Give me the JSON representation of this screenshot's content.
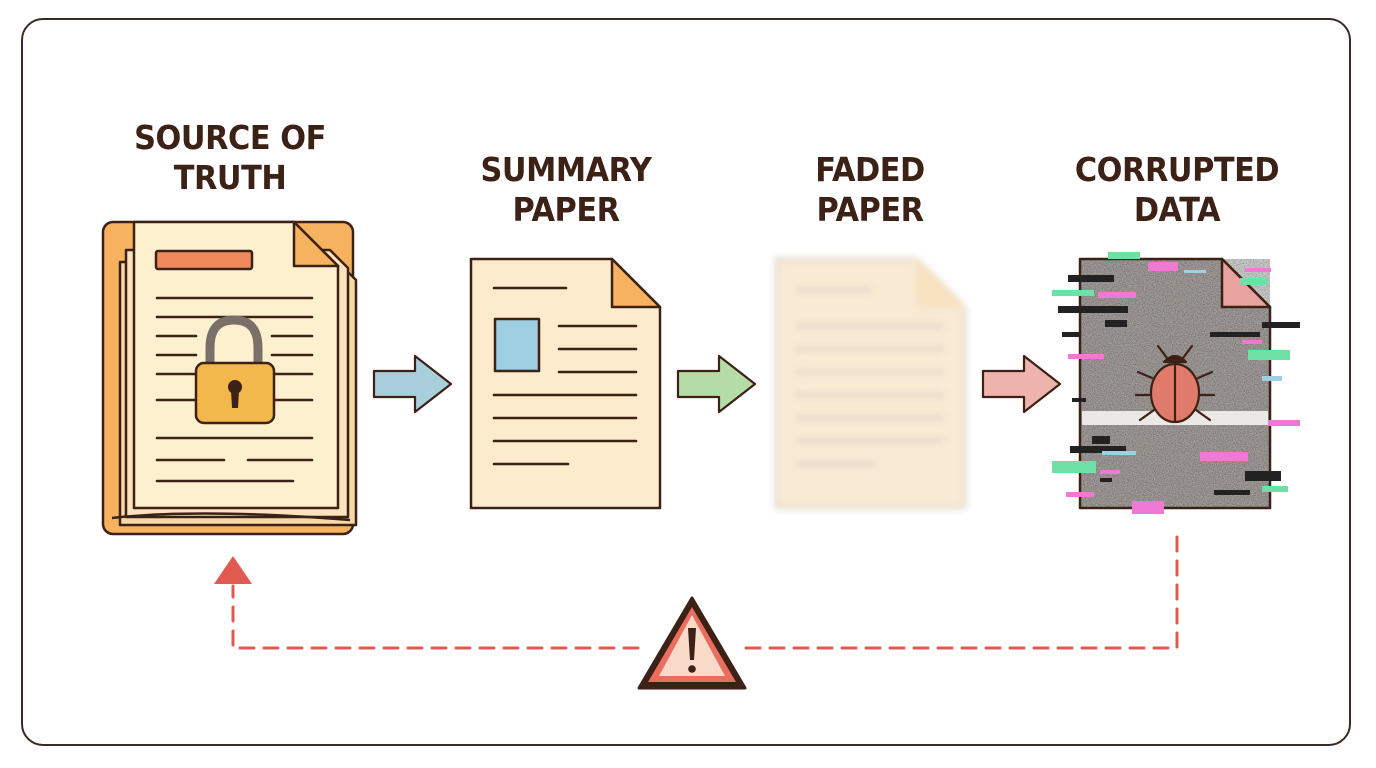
{
  "stages": [
    {
      "id": "source",
      "title_lines": [
        "SOURCE OF",
        "TRUTH"
      ],
      "icon": "locked-document-stack-icon"
    },
    {
      "id": "summary",
      "title_lines": [
        "SUMMARY",
        "PAPER"
      ],
      "icon": "summary-document-icon"
    },
    {
      "id": "faded",
      "title_lines": [
        "FADED",
        "PAPER"
      ],
      "icon": "faded-document-icon"
    },
    {
      "id": "corrupted",
      "title_lines": [
        "CORRUPTED",
        "DATA"
      ],
      "icon": "corrupted-document-bug-icon"
    }
  ],
  "arrows": [
    {
      "icon": "arrow-right-icon",
      "color": "#a9cfdc"
    },
    {
      "icon": "arrow-right-icon",
      "color": "#b5dca7"
    },
    {
      "icon": "arrow-right-icon",
      "color": "#efb3ad"
    }
  ],
  "feedback_loop": {
    "style": "dashed",
    "color": "#e05a4f",
    "icon": "warning-triangle-icon"
  },
  "colors": {
    "ink": "#3b2116",
    "paper": "#fbe9c8",
    "lock": "#f2b84b",
    "accent_orange": "#f08a5d",
    "photo_blue": "#9fcfe2",
    "glitch_green": "#6ee0a6",
    "glitch_pink": "#f07ad3",
    "bug": "#e07a6a"
  }
}
